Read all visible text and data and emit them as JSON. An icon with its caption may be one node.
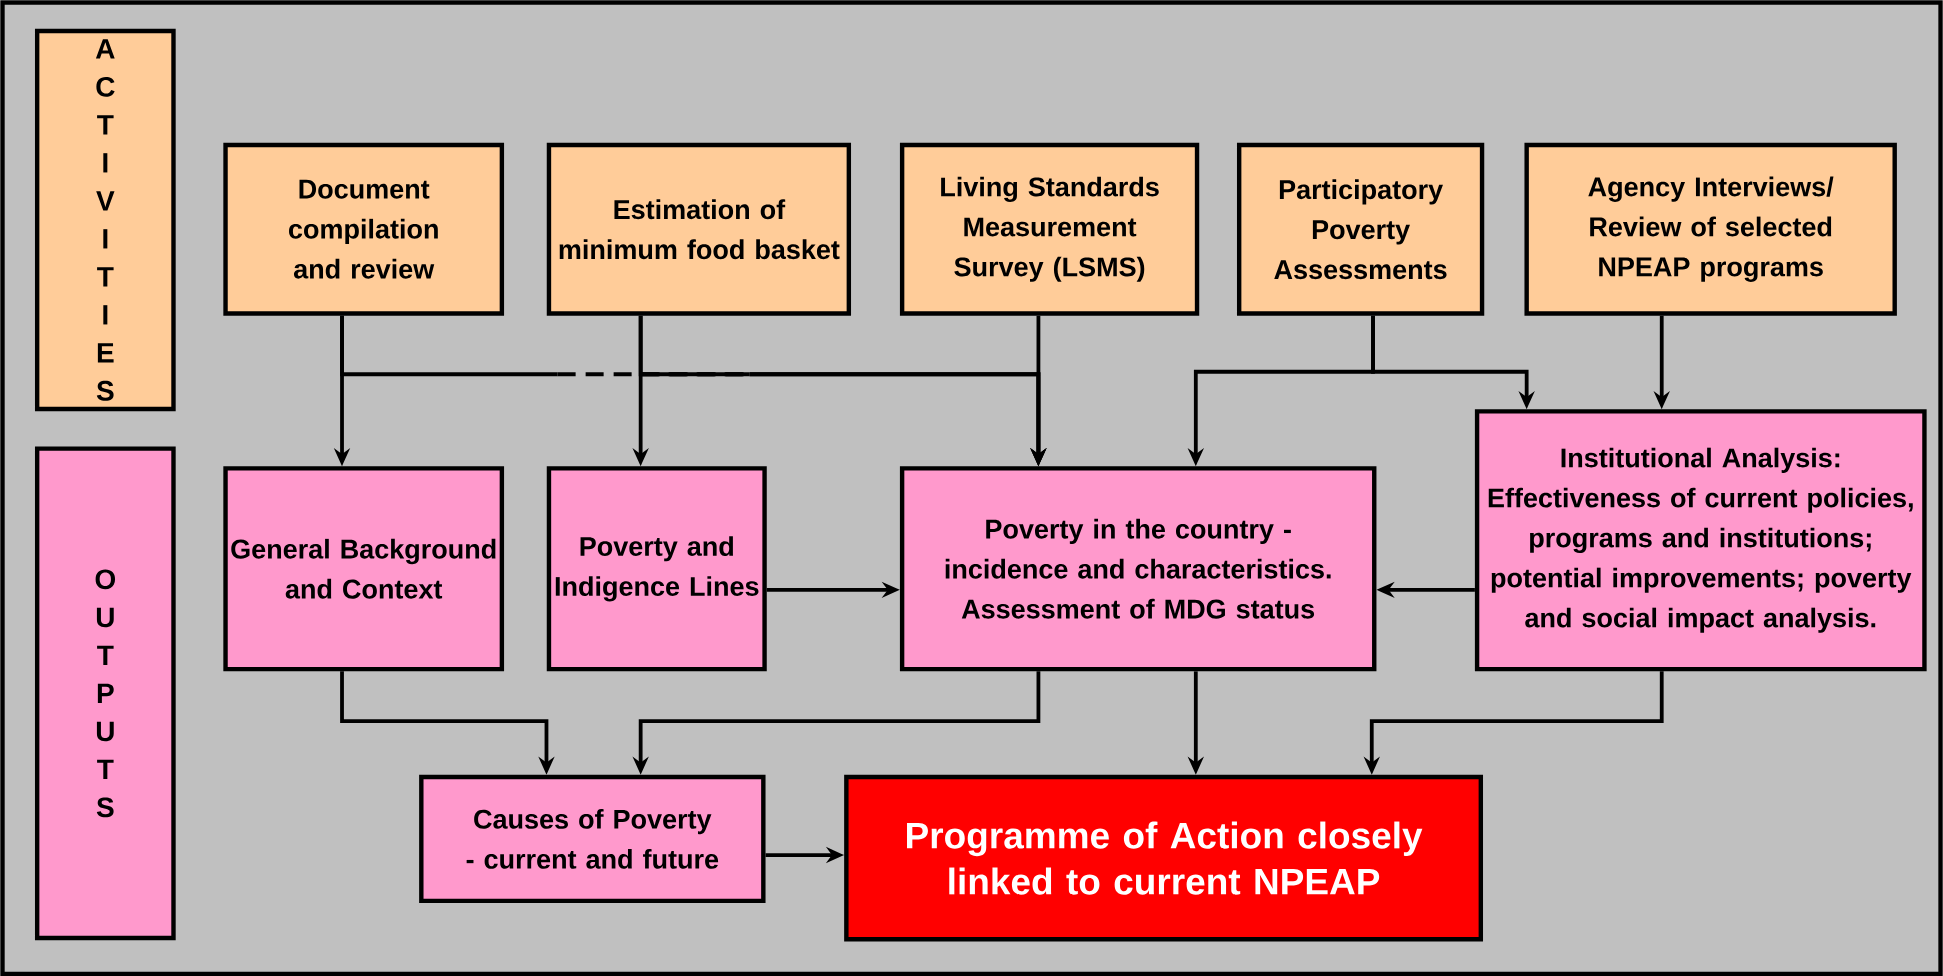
{
  "diagram": {
    "nodes": [
      {
        "text": [
          "A C T I V I T I E S"
        ]
      },
      {
        "text": [
          "O U T P U T S"
        ]
      },
      {
        "text": [
          "Document compilation and review"
        ]
      },
      {
        "text": [
          "Estimation of minimum food basket"
        ]
      },
      {
        "text": [
          "Living Standards Measurement Survey (LSMS)"
        ]
      },
      {
        "text": [
          "Participatory Poverty Assessments"
        ]
      },
      {
        "text": [
          "Agency Interviews/ Review of selected NPEAP programs"
        ]
      },
      {
        "text": [
          "General Background and Context"
        ]
      },
      {
        "text": [
          "Poverty and Indigence Lines"
        ]
      },
      {
        "text": [
          "Poverty in the country - incidence and characteristics. Assessment of MDG status"
        ]
      },
      {
        "text": [
          "Institutional Analysis: Effectiveness of current policies, programs and institutions; potential improvements; poverty and social impact analysis."
        ]
      },
      {
        "text": [
          "Causes of Poverty - current and future"
        ]
      },
      {
        "text": [
          "Programme of Action closely linked to current NPEAP"
        ]
      }
    ],
    "edges": [
      {
        "from": 2,
        "to": 7,
        "arrow": "to"
      },
      {
        "from": 2,
        "to": 9,
        "arrow": "to"
      },
      {
        "from": 3,
        "to": 8,
        "arrow": "to"
      },
      {
        "from": 3,
        "to": 9,
        "arrow": "to"
      },
      {
        "from": 4,
        "to": 9,
        "arrow": "to"
      },
      {
        "from": 5,
        "to": 9,
        "arrow": "to"
      },
      {
        "from": 5,
        "to": 10,
        "arrow": "to"
      },
      {
        "from": 6,
        "to": 10,
        "arrow": "to"
      },
      {
        "from": 8,
        "to": 9,
        "arrow": "to"
      },
      {
        "from": 10,
        "to": 9,
        "arrow": "to"
      },
      {
        "from": 7,
        "to": 11,
        "arrow": "to"
      },
      {
        "from": 9,
        "to": 11,
        "arrow": "to"
      },
      {
        "from": 9,
        "to": 12,
        "arrow": "to"
      },
      {
        "from": 10,
        "to": 12,
        "arrow": "to"
      },
      {
        "from": 11,
        "to": 12,
        "arrow": "to"
      }
    ]
  }
}
